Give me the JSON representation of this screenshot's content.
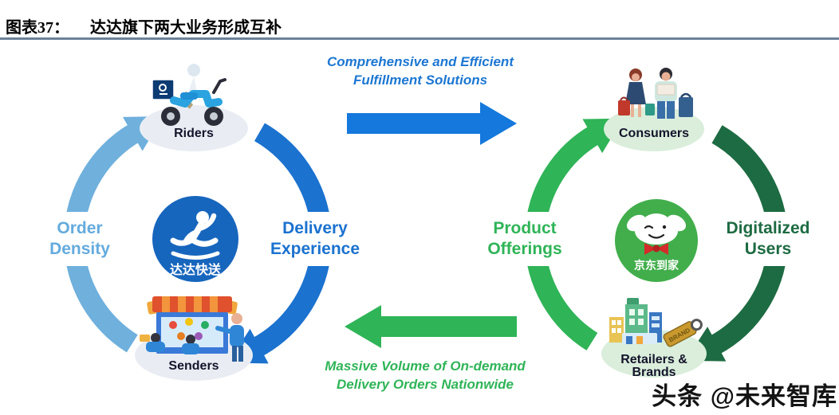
{
  "header": {
    "figure_label": "图表37：",
    "title": "达达旗下两大业务形成互补"
  },
  "diagram": {
    "left_cycle": {
      "platform": {
        "name": "达达快送",
        "color": "#1766bd"
      },
      "top_node": {
        "label": "Riders",
        "icon": "delivery-scooter"
      },
      "bottom_node": {
        "label": "Senders",
        "icon": "storefront"
      },
      "left_arc": {
        "label": "Order Density",
        "color": "#6fb0dd",
        "direction": "up"
      },
      "right_arc": {
        "label": "Delivery Experience",
        "color": "#1b72cf",
        "direction": "down"
      }
    },
    "right_cycle": {
      "platform": {
        "name": "京东到家",
        "color": "#41ae4b"
      },
      "top_node": {
        "label": "Consumers",
        "icon": "shoppers"
      },
      "bottom_node": {
        "label": "Retailers & Brands",
        "icon": "shops-and-brand-tag",
        "tag": "BRAND"
      },
      "left_arc": {
        "label": "Product Offerings",
        "color": "#2fb457",
        "direction": "up"
      },
      "right_arc": {
        "label": "Digitalized Users",
        "color": "#1d6b42",
        "direction": "down"
      }
    },
    "top_connector": {
      "line1": "Comprehensive and Efficient",
      "line2": "Fulfillment Solutions",
      "direction": "left-to-right",
      "color": "#1478dc"
    },
    "bottom_connector": {
      "line1": "Massive Volume of On-demand",
      "line2": "Delivery Orders Nationwide",
      "direction": "right-to-left",
      "color": "#2fb457"
    }
  },
  "watermark": "头条 @未来智库"
}
